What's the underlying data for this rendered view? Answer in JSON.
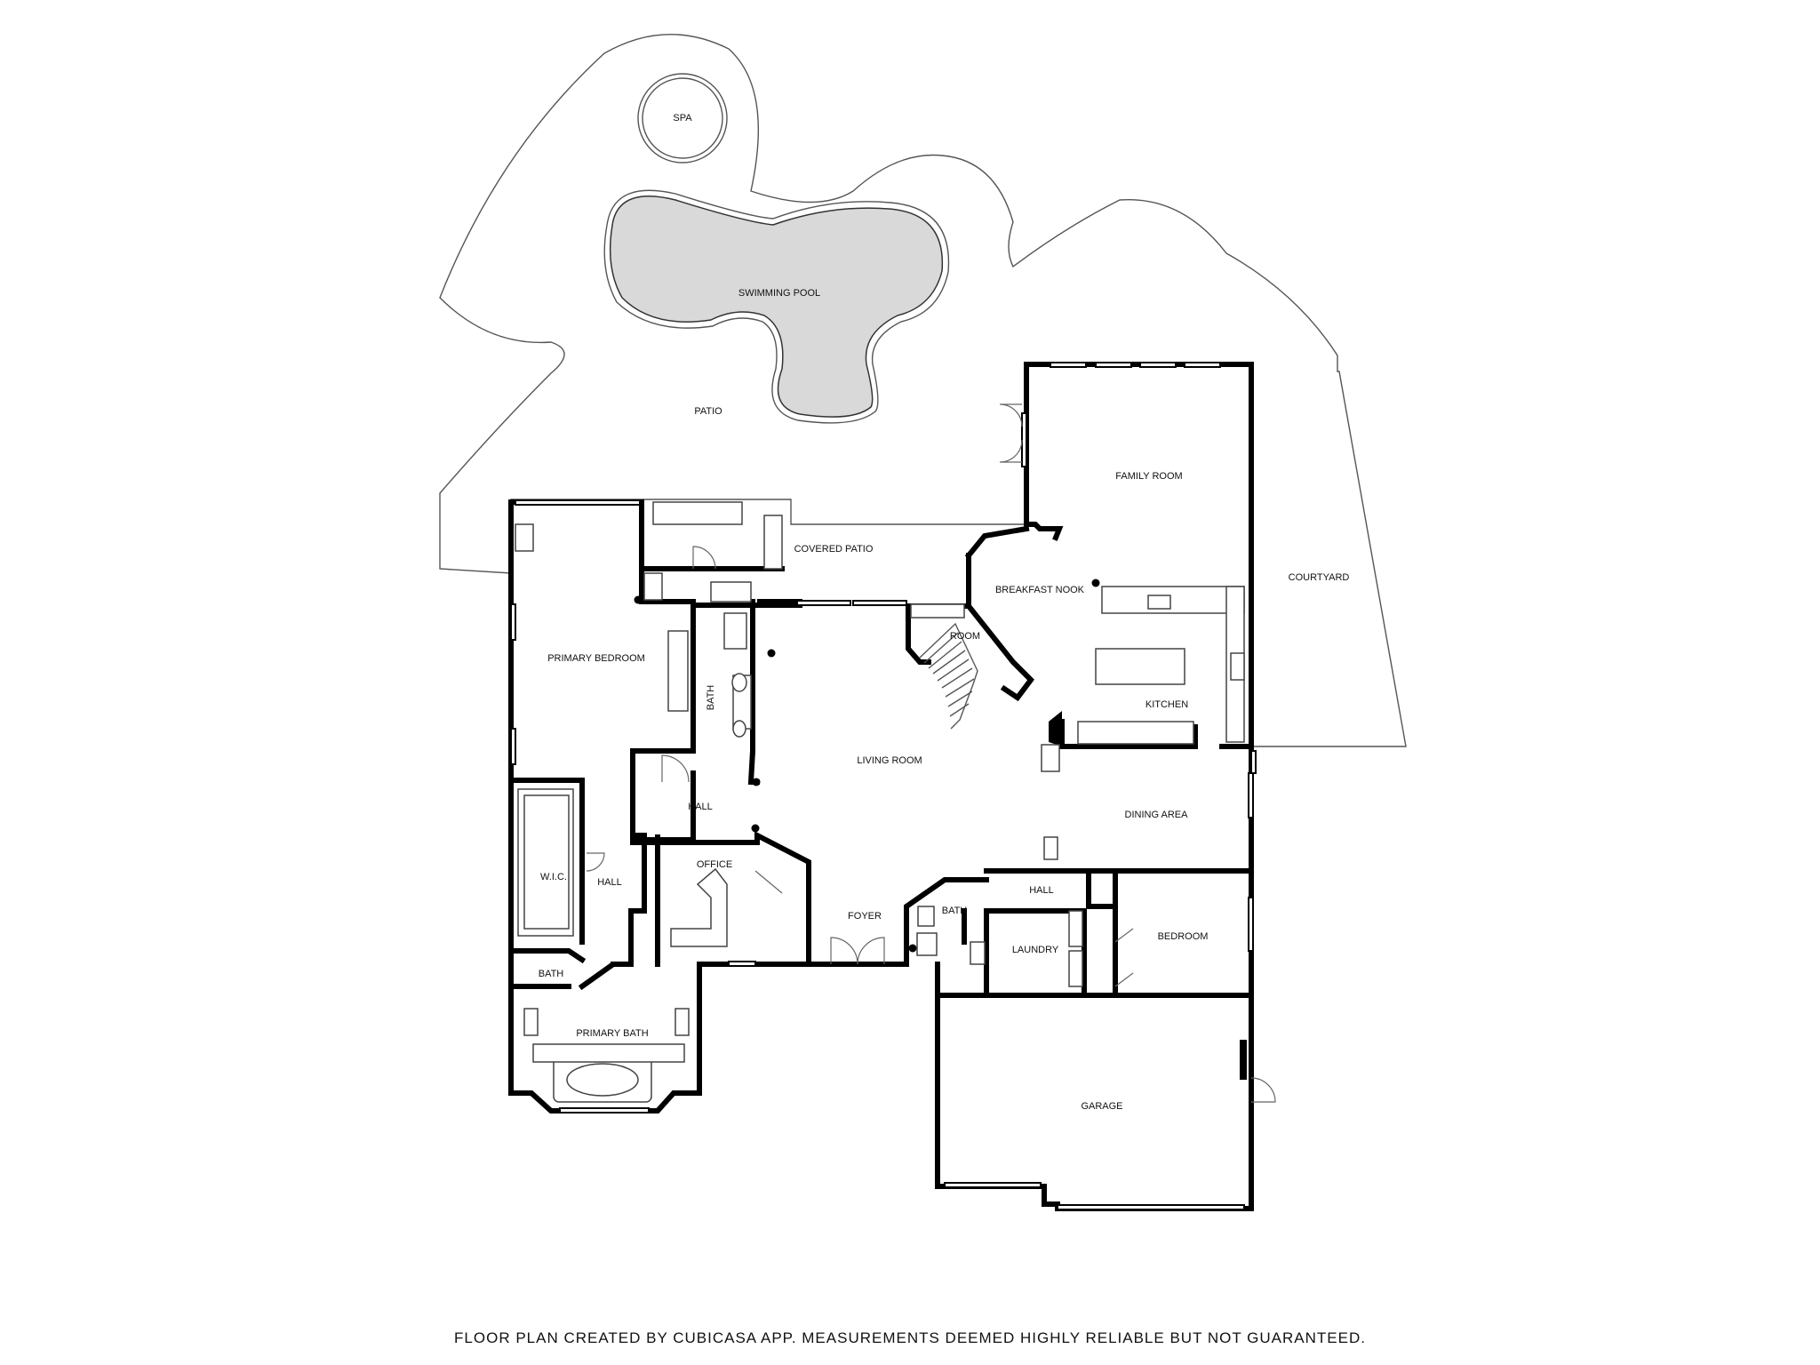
{
  "rooms": {
    "spa": "SPA",
    "swimming_pool": "SWIMMING POOL",
    "patio": "PATIO",
    "family_room": "FAMILY ROOM",
    "covered_patio": "COVERED PATIO",
    "courtyard": "COURTYARD",
    "breakfast_nook": "BREAKFAST NOOK",
    "primary_bedroom": "PRIMARY BEDROOM",
    "room": "ROOM",
    "kitchen": "KITCHEN",
    "bath_upper": "BATH",
    "living_room": "LIVING ROOM",
    "hall_center": "HALL",
    "dining_area": "DINING AREA",
    "office": "OFFICE",
    "wic": "W.I.C.",
    "hall_left": "HALL",
    "hall_right": "HALL",
    "foyer": "FOYER",
    "bath_right": "BATH",
    "bedroom": "BEDROOM",
    "laundry": "LAUNDRY",
    "bath_left": "BATH",
    "primary_bath": "PRIMARY BATH",
    "garage": "GARAGE"
  },
  "footer_note": "FLOOR PLAN CREATED BY CUBICASA APP. MEASUREMENTS DEEMED HIGHLY RELIABLE BUT NOT GUARANTEED.",
  "colors": {
    "walls": "#000000",
    "pool_fill": "#d9d9d9",
    "background": "#ffffff"
  }
}
